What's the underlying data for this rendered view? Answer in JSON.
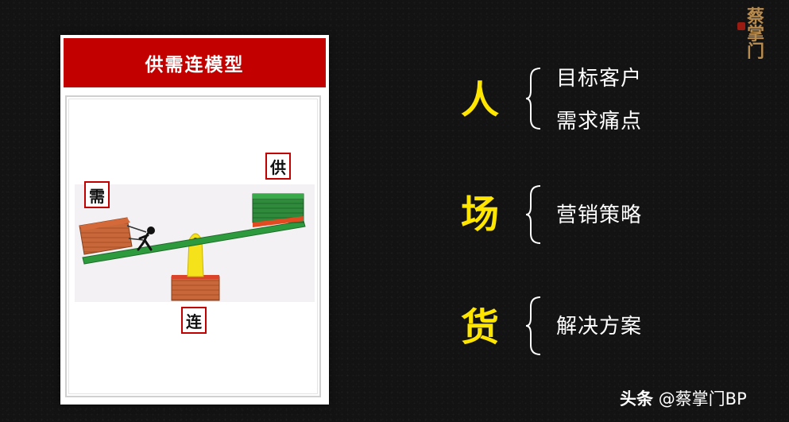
{
  "card": {
    "title": "供需连模型",
    "labels": {
      "demand": "需",
      "supply": "供",
      "connect": "连"
    }
  },
  "sections": [
    {
      "key": "人",
      "items": [
        "目标客户",
        "需求痛点"
      ]
    },
    {
      "key": "场",
      "items": [
        "营销策略"
      ]
    },
    {
      "key": "货",
      "items": [
        "解决方案"
      ]
    }
  ],
  "logo": {
    "text": "蔡掌门"
  },
  "watermark": {
    "platform": "头条",
    "handle": "@蔡掌门BP"
  },
  "colors": {
    "accent_red": "#c30000",
    "key_yellow": "#ffe600",
    "background": "#131313"
  }
}
